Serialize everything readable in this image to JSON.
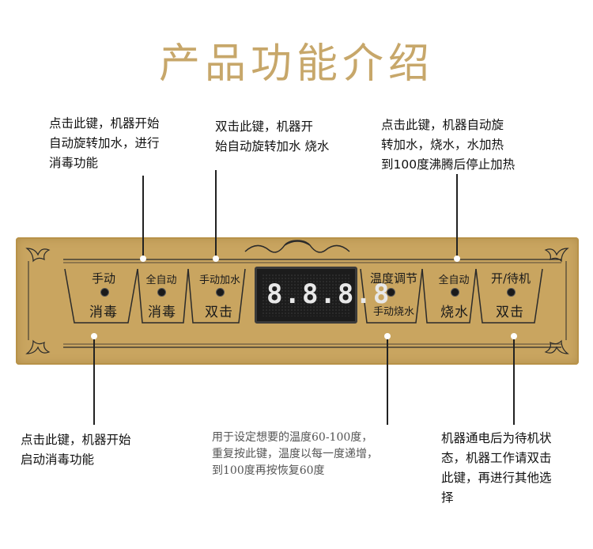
{
  "title": "产品功能介绍",
  "notes": {
    "top_left": [
      "点击此键，机器开始",
      "自动旋转加水，进行",
      "消毒功能"
    ],
    "top_middle": [
      "双击此键，机器开",
      "始自动旋转加水 烧水"
    ],
    "top_right": [
      "点击此键，机器自动旋",
      "转加水，烧水，水加热",
      "到100度沸腾后停止加热"
    ],
    "bottom_left": [
      "点击此键，机器开始",
      "启动消毒功能"
    ],
    "bottom_middle": [
      "用于设定想要的温度60-100度，",
      "重复按此键，温度以每一度递增，",
      "到100度再按恢复60度"
    ],
    "bottom_right": [
      "机器通电后为待机状",
      "态，机器工作请双击",
      "此键，再进行其他选",
      "择"
    ]
  },
  "panel": {
    "buttons": [
      {
        "top": "手动",
        "bottom": "消毒"
      },
      {
        "top": "全自动",
        "bottom": "消毒"
      },
      {
        "top": "手动加水",
        "bottom": "双击"
      },
      {
        "top": "温度调节",
        "bottom": "手动烧水"
      },
      {
        "top": "全自动",
        "bottom": "烧水"
      },
      {
        "top": "开/待机",
        "bottom": "双击"
      }
    ],
    "display": "8.8.8.8"
  },
  "colors": {
    "gold": "#c9a560",
    "title": "#c7a76a"
  }
}
